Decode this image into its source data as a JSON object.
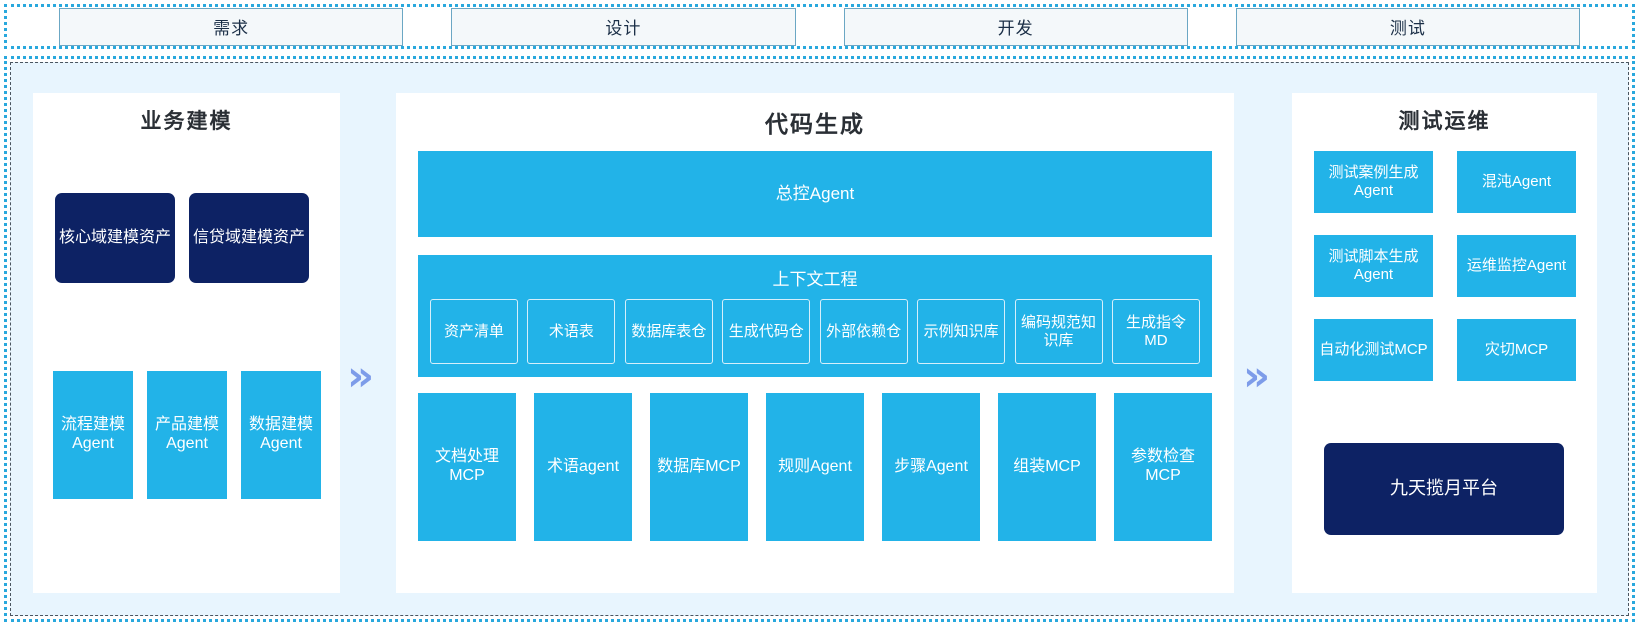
{
  "colors": {
    "cyan": "#22b3e8",
    "navy": "#0d2264",
    "bg": "#e8f5fe",
    "arrow": "#7d9ce9",
    "panel_bg": "#ffffff",
    "phase_fill": "#f4f8fa",
    "phase_border": "#6ba7c4",
    "outer_dotted": "#29a8dd"
  },
  "phases": [
    {
      "label": "需求"
    },
    {
      "label": "设计"
    },
    {
      "label": "开发"
    },
    {
      "label": "测试"
    }
  ],
  "arrows": [
    {
      "glyph": "»"
    },
    {
      "glyph": "»"
    }
  ],
  "panels": {
    "left": {
      "title": "业务建模",
      "assets": [
        {
          "label": "核心域建模资产"
        },
        {
          "label": "信贷域建模资产"
        }
      ],
      "agents": [
        {
          "label": "流程建模Agent"
        },
        {
          "label": "产品建模Agent"
        },
        {
          "label": "数据建模Agent"
        }
      ]
    },
    "center": {
      "title": "代码生成",
      "master_agent": "总控Agent",
      "context": {
        "title": "上下文工程",
        "chips": [
          {
            "label": "资产清单"
          },
          {
            "label": "术语表"
          },
          {
            "label": "数据库表仓"
          },
          {
            "label": "生成代码仓"
          },
          {
            "label": "外部依赖仓"
          },
          {
            "label": "示例知识库"
          },
          {
            "label": "编码规范知识库"
          },
          {
            "label": "生成指令MD"
          }
        ]
      },
      "tools": [
        {
          "label": "文档处理MCP"
        },
        {
          "label": "术语agent"
        },
        {
          "label": "数据库MCP"
        },
        {
          "label": "规则Agent"
        },
        {
          "label": "步骤Agent"
        },
        {
          "label": "组装MCP"
        },
        {
          "label": "参数检查MCP"
        }
      ]
    },
    "right": {
      "title": "测试运维",
      "tiles": [
        {
          "label": "测试案例生成Agent"
        },
        {
          "label": "混沌Agent"
        },
        {
          "label": "测试脚本生成Agent"
        },
        {
          "label": "运维监控Agent"
        },
        {
          "label": "自动化测试MCP"
        },
        {
          "label": "灾切MCP"
        }
      ],
      "platform": "九天揽月平台"
    }
  }
}
